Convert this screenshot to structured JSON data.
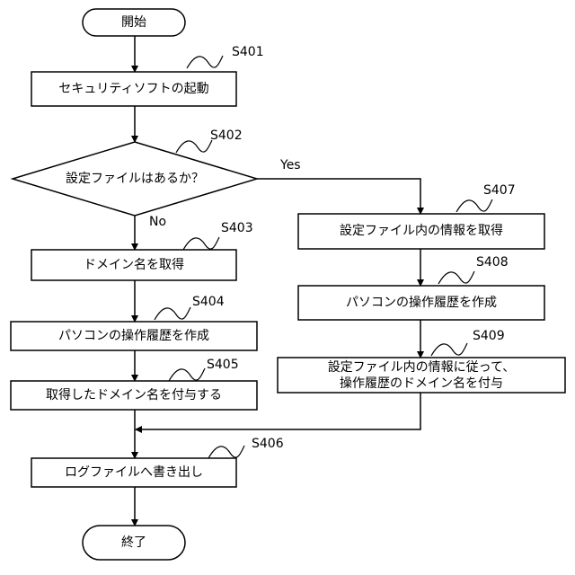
{
  "start": "開始",
  "end": "終了",
  "steps": {
    "s401": {
      "id": "S401",
      "text": "セキュリティソフトの起動"
    },
    "s402": {
      "id": "S402",
      "text": "設定ファイルはあるか？"
    },
    "s403": {
      "id": "S403",
      "text": "ドメイン名を取得"
    },
    "s404": {
      "id": "S404",
      "text": "パソコンの操作履歴を作成"
    },
    "s405": {
      "id": "S405",
      "text": "取得したドメイン名を付与する"
    },
    "s406": {
      "id": "S406",
      "text": "ログファイルへ書き出し"
    },
    "s407": {
      "id": "S407",
      "text": "設定ファイル内の情報を取得"
    },
    "s408": {
      "id": "S408",
      "text": "パソコンの操作履歴を作成"
    },
    "s409": {
      "id": "S409",
      "line1": "設定ファイル内の情報に従って、",
      "line2": "操作履歴のドメイン名を付与"
    }
  },
  "branch": {
    "yes": "Yes",
    "no": "No"
  }
}
